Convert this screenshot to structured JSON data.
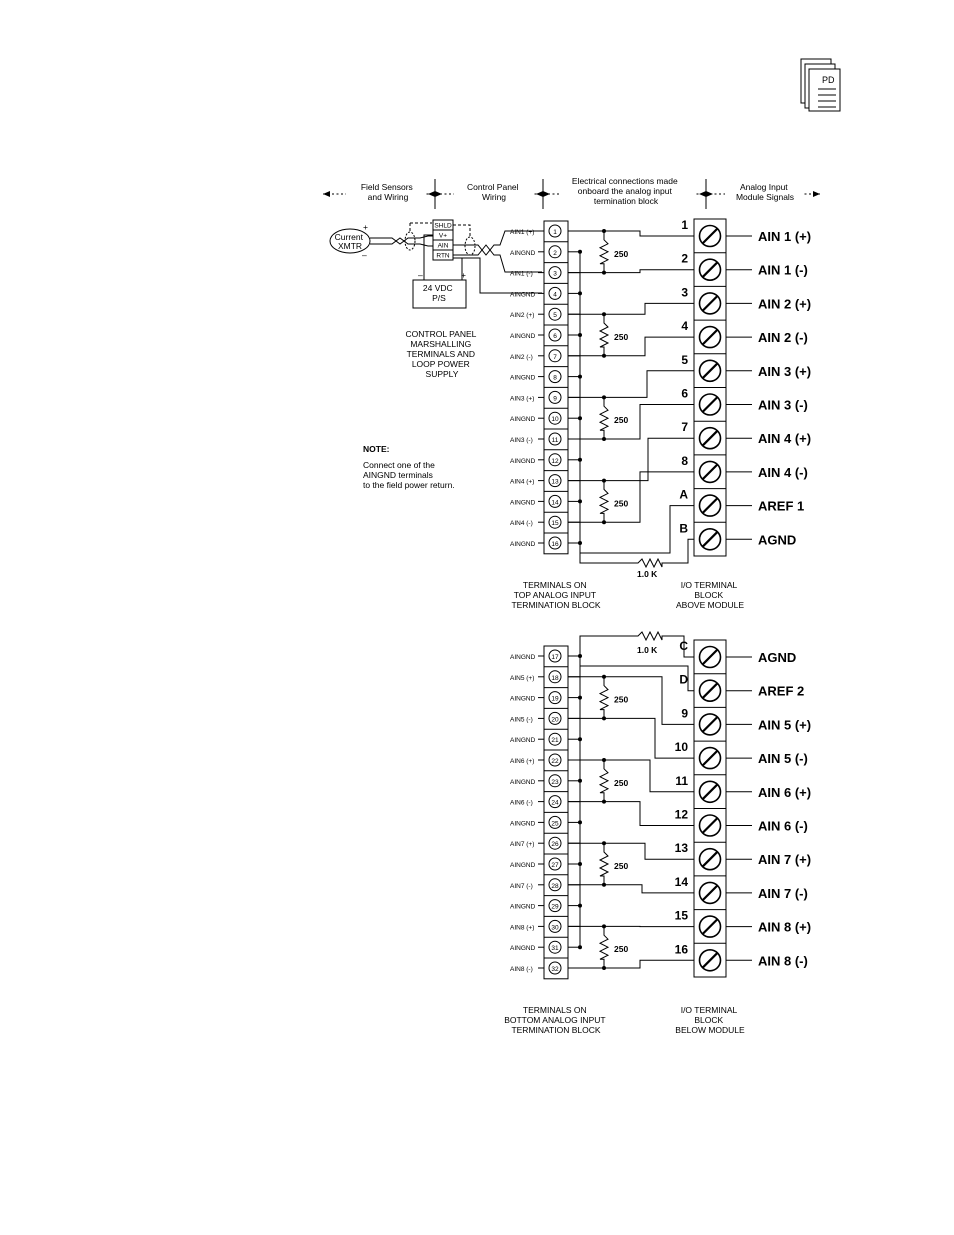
{
  "corner_icon": {
    "name": "pd-document-icon",
    "label": "PD"
  },
  "sections": {
    "field": [
      "Field Sensors",
      "and Wiring"
    ],
    "control": [
      "Control Panel",
      "Wiring"
    ],
    "onboard": [
      "Electrical connections made",
      "onboard the analog input",
      "termination block"
    ],
    "module": [
      "Analog Input",
      "Module Signals"
    ]
  },
  "field_device": {
    "transmitter": [
      "Current",
      "XMTR"
    ],
    "plus": "+",
    "minus": "–",
    "panel_terminals": [
      "SHLD",
      "V+",
      "AIN",
      "RTN"
    ],
    "supply": [
      "24 VDC",
      "P/S"
    ],
    "supply_minus": "–",
    "supply_plus": "+",
    "marshalling_caption": [
      "CONTROL PANEL",
      "MARSHALLING",
      "TERMINALS AND",
      "LOOP POWER",
      "SUPPLY"
    ]
  },
  "note": {
    "title": "NOTE:",
    "lines": [
      "Connect one of the",
      "AINGND terminals",
      "to the field power return."
    ]
  },
  "top_block": {
    "terminals": [
      {
        "num": "1",
        "label": "AIN1 (+)"
      },
      {
        "num": "2",
        "label": "AINGND"
      },
      {
        "num": "3",
        "label": "AIN1 (-)"
      },
      {
        "num": "4",
        "label": "AINGND"
      },
      {
        "num": "5",
        "label": "AIN2 (+)"
      },
      {
        "num": "6",
        "label": "AINGND"
      },
      {
        "num": "7",
        "label": "AIN2 (-)"
      },
      {
        "num": "8",
        "label": "AINGND"
      },
      {
        "num": "9",
        "label": "AIN3 (+)"
      },
      {
        "num": "10",
        "label": "AINGND"
      },
      {
        "num": "11",
        "label": "AIN3 (-)"
      },
      {
        "num": "12",
        "label": "AINGND"
      },
      {
        "num": "13",
        "label": "AIN4 (+)"
      },
      {
        "num": "14",
        "label": "AINGND"
      },
      {
        "num": "15",
        "label": "AIN4 (-)"
      },
      {
        "num": "16",
        "label": "AINGND"
      }
    ],
    "resistor": "250",
    "ground_resistor": "1.0 K",
    "io_terminals": [
      {
        "id": "1",
        "signal": "AIN  1  (+)"
      },
      {
        "id": "2",
        "signal": "AIN  1  (-)"
      },
      {
        "id": "3",
        "signal": "AIN  2  (+)"
      },
      {
        "id": "4",
        "signal": "AIN  2  (-)"
      },
      {
        "id": "5",
        "signal": "AIN  3  (+)"
      },
      {
        "id": "6",
        "signal": "AIN  3  (-)"
      },
      {
        "id": "7",
        "signal": "AIN  4  (+)"
      },
      {
        "id": "8",
        "signal": "AIN  4  (-)"
      },
      {
        "id": "A",
        "signal": "AREF  1"
      },
      {
        "id": "B",
        "signal": "AGND"
      }
    ],
    "term_caption": [
      "TERMINALS ON",
      "TOP ANALOG INPUT",
      "TERMINATION BLOCK"
    ],
    "io_caption": [
      "I/O TERMINAL",
      "BLOCK",
      "ABOVE MODULE"
    ]
  },
  "bottom_block": {
    "terminals": [
      {
        "num": "17",
        "label": "AINGND"
      },
      {
        "num": "18",
        "label": "AIN5 (+)"
      },
      {
        "num": "19",
        "label": "AINGND"
      },
      {
        "num": "20",
        "label": "AIN5 (-)"
      },
      {
        "num": "21",
        "label": "AINGND"
      },
      {
        "num": "22",
        "label": "AIN6 (+)"
      },
      {
        "num": "23",
        "label": "AINGND"
      },
      {
        "num": "24",
        "label": "AIN6 (-)"
      },
      {
        "num": "25",
        "label": "AINGND"
      },
      {
        "num": "26",
        "label": "AIN7 (+)"
      },
      {
        "num": "27",
        "label": "AINGND"
      },
      {
        "num": "28",
        "label": "AIN7 (-)"
      },
      {
        "num": "29",
        "label": "AINGND"
      },
      {
        "num": "30",
        "label": "AIN8 (+)"
      },
      {
        "num": "31",
        "label": "AINGND"
      },
      {
        "num": "32",
        "label": "AIN8 (-)"
      }
    ],
    "resistor": "250",
    "ground_resistor": "1.0 K",
    "io_terminals": [
      {
        "id": "C",
        "signal": "AGND"
      },
      {
        "id": "D",
        "signal": "AREF  2"
      },
      {
        "id": "9",
        "signal": "AIN  5  (+)"
      },
      {
        "id": "10",
        "signal": "AIN  5  (-)"
      },
      {
        "id": "11",
        "signal": "AIN  6  (+)"
      },
      {
        "id": "12",
        "signal": "AIN  6  (-)"
      },
      {
        "id": "13",
        "signal": "AIN  7  (+)"
      },
      {
        "id": "14",
        "signal": "AIN  7  (-)"
      },
      {
        "id": "15",
        "signal": "AIN  8  (+)"
      },
      {
        "id": "16",
        "signal": "AIN  8  (-)"
      }
    ],
    "term_caption": [
      "TERMINALS ON",
      "BOTTOM ANALOG INPUT",
      "TERMINATION BLOCK"
    ],
    "io_caption": [
      "I/O TERMINAL",
      "BLOCK",
      "BELOW MODULE"
    ]
  }
}
